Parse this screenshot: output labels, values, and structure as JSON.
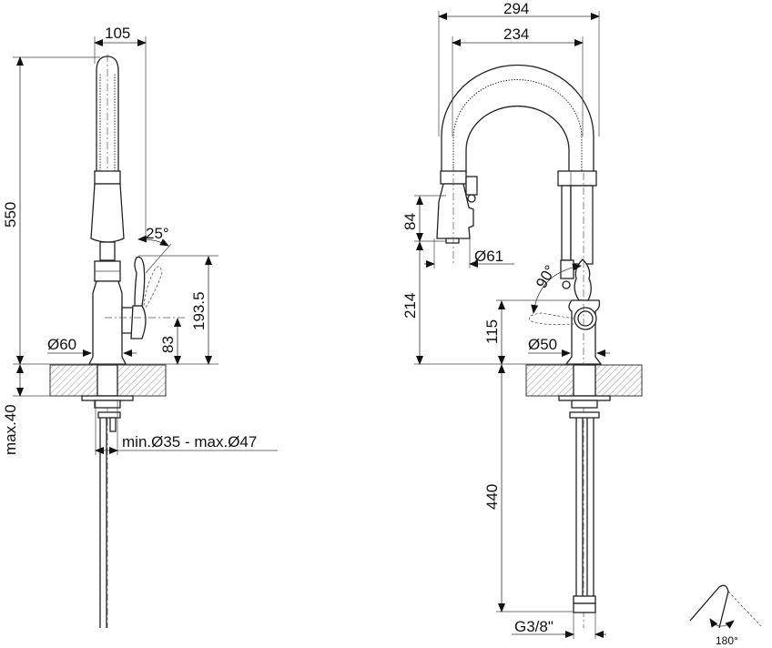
{
  "left_view": {
    "dims": {
      "spout_reach": "105",
      "height": "550",
      "deck_thickness": "max.40",
      "base_diameter": "Ø60",
      "handle_angle": "25°",
      "handle_height": "193.5",
      "lever_axis_height": "83",
      "hole_diameter": "min.Ø35 - max.Ø47"
    }
  },
  "right_view": {
    "dims": {
      "overall_width": "294",
      "arch_width": "234",
      "sprayer_height": "84",
      "sprayer_diameter": "Ø61",
      "sprayer_clearance": "214",
      "handle_rotation": "90°",
      "lever_height": "115",
      "body_diameter": "Ø50",
      "hose_length": "440",
      "connection_thread": "G3/8\""
    }
  },
  "rotation_icon": {
    "angle": "180°"
  }
}
